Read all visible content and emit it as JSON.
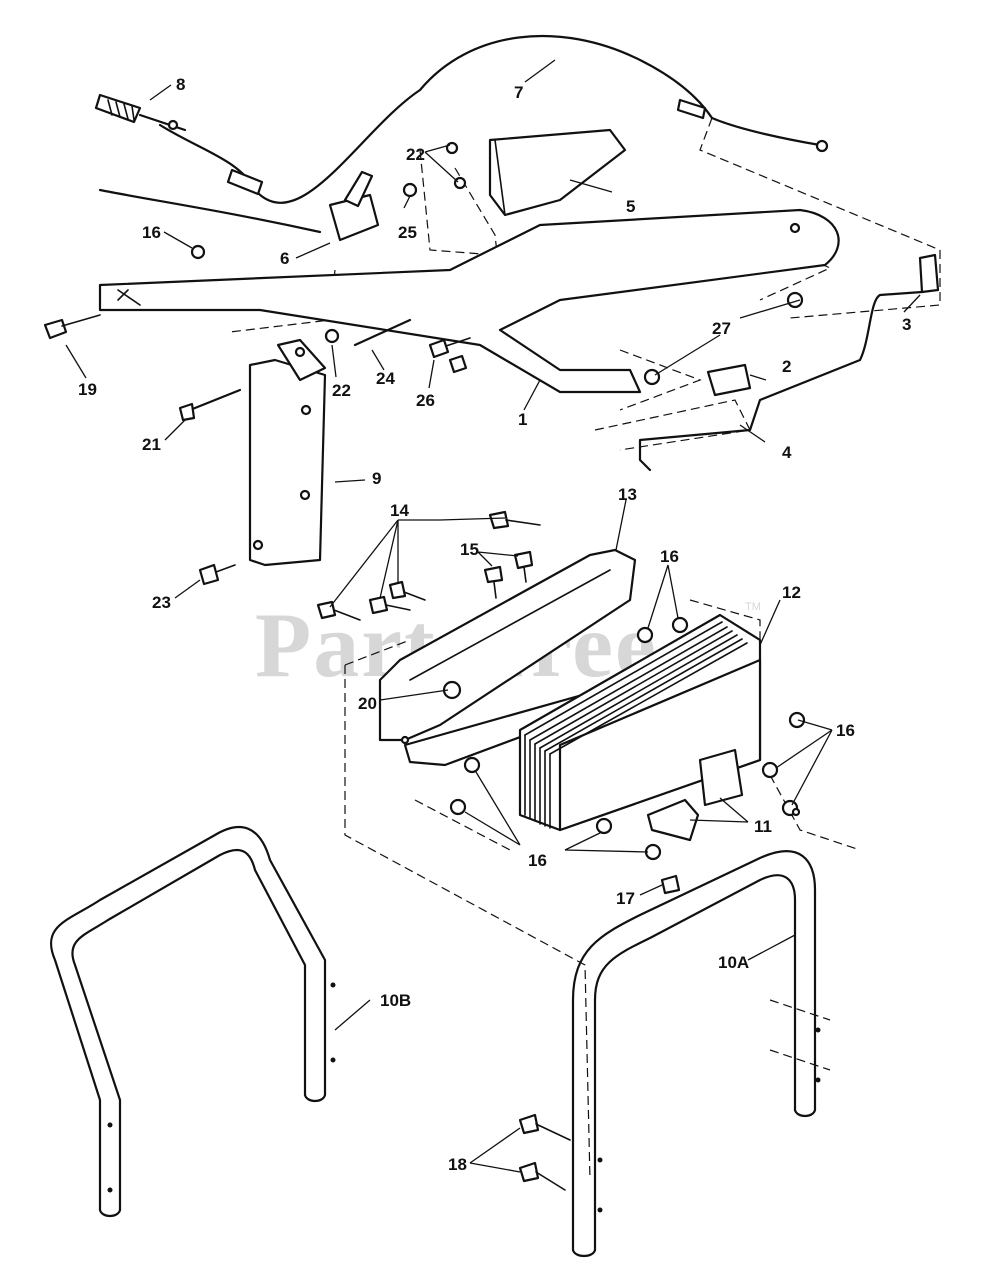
{
  "watermark": {
    "text": "PartsTree",
    "tm": "TM"
  },
  "callouts": {
    "c1": "1",
    "c2": "2",
    "c3": "3",
    "c4": "4",
    "c5": "5",
    "c6": "6",
    "c7": "7",
    "c8": "8",
    "c9": "9",
    "c10a": "10A",
    "c10b": "10B",
    "c11": "11",
    "c12": "12",
    "c13": "13",
    "c14": "14",
    "c15": "15",
    "c16a": "16",
    "c16b": "16",
    "c16c": "16",
    "c16d": "16",
    "c17": "17",
    "c18": "18",
    "c19": "19",
    "c20": "20",
    "c21": "21",
    "c22a": "22",
    "c22b": "22",
    "c23": "23",
    "c24": "24",
    "c25": "25",
    "c26": "26",
    "c27": "27"
  }
}
